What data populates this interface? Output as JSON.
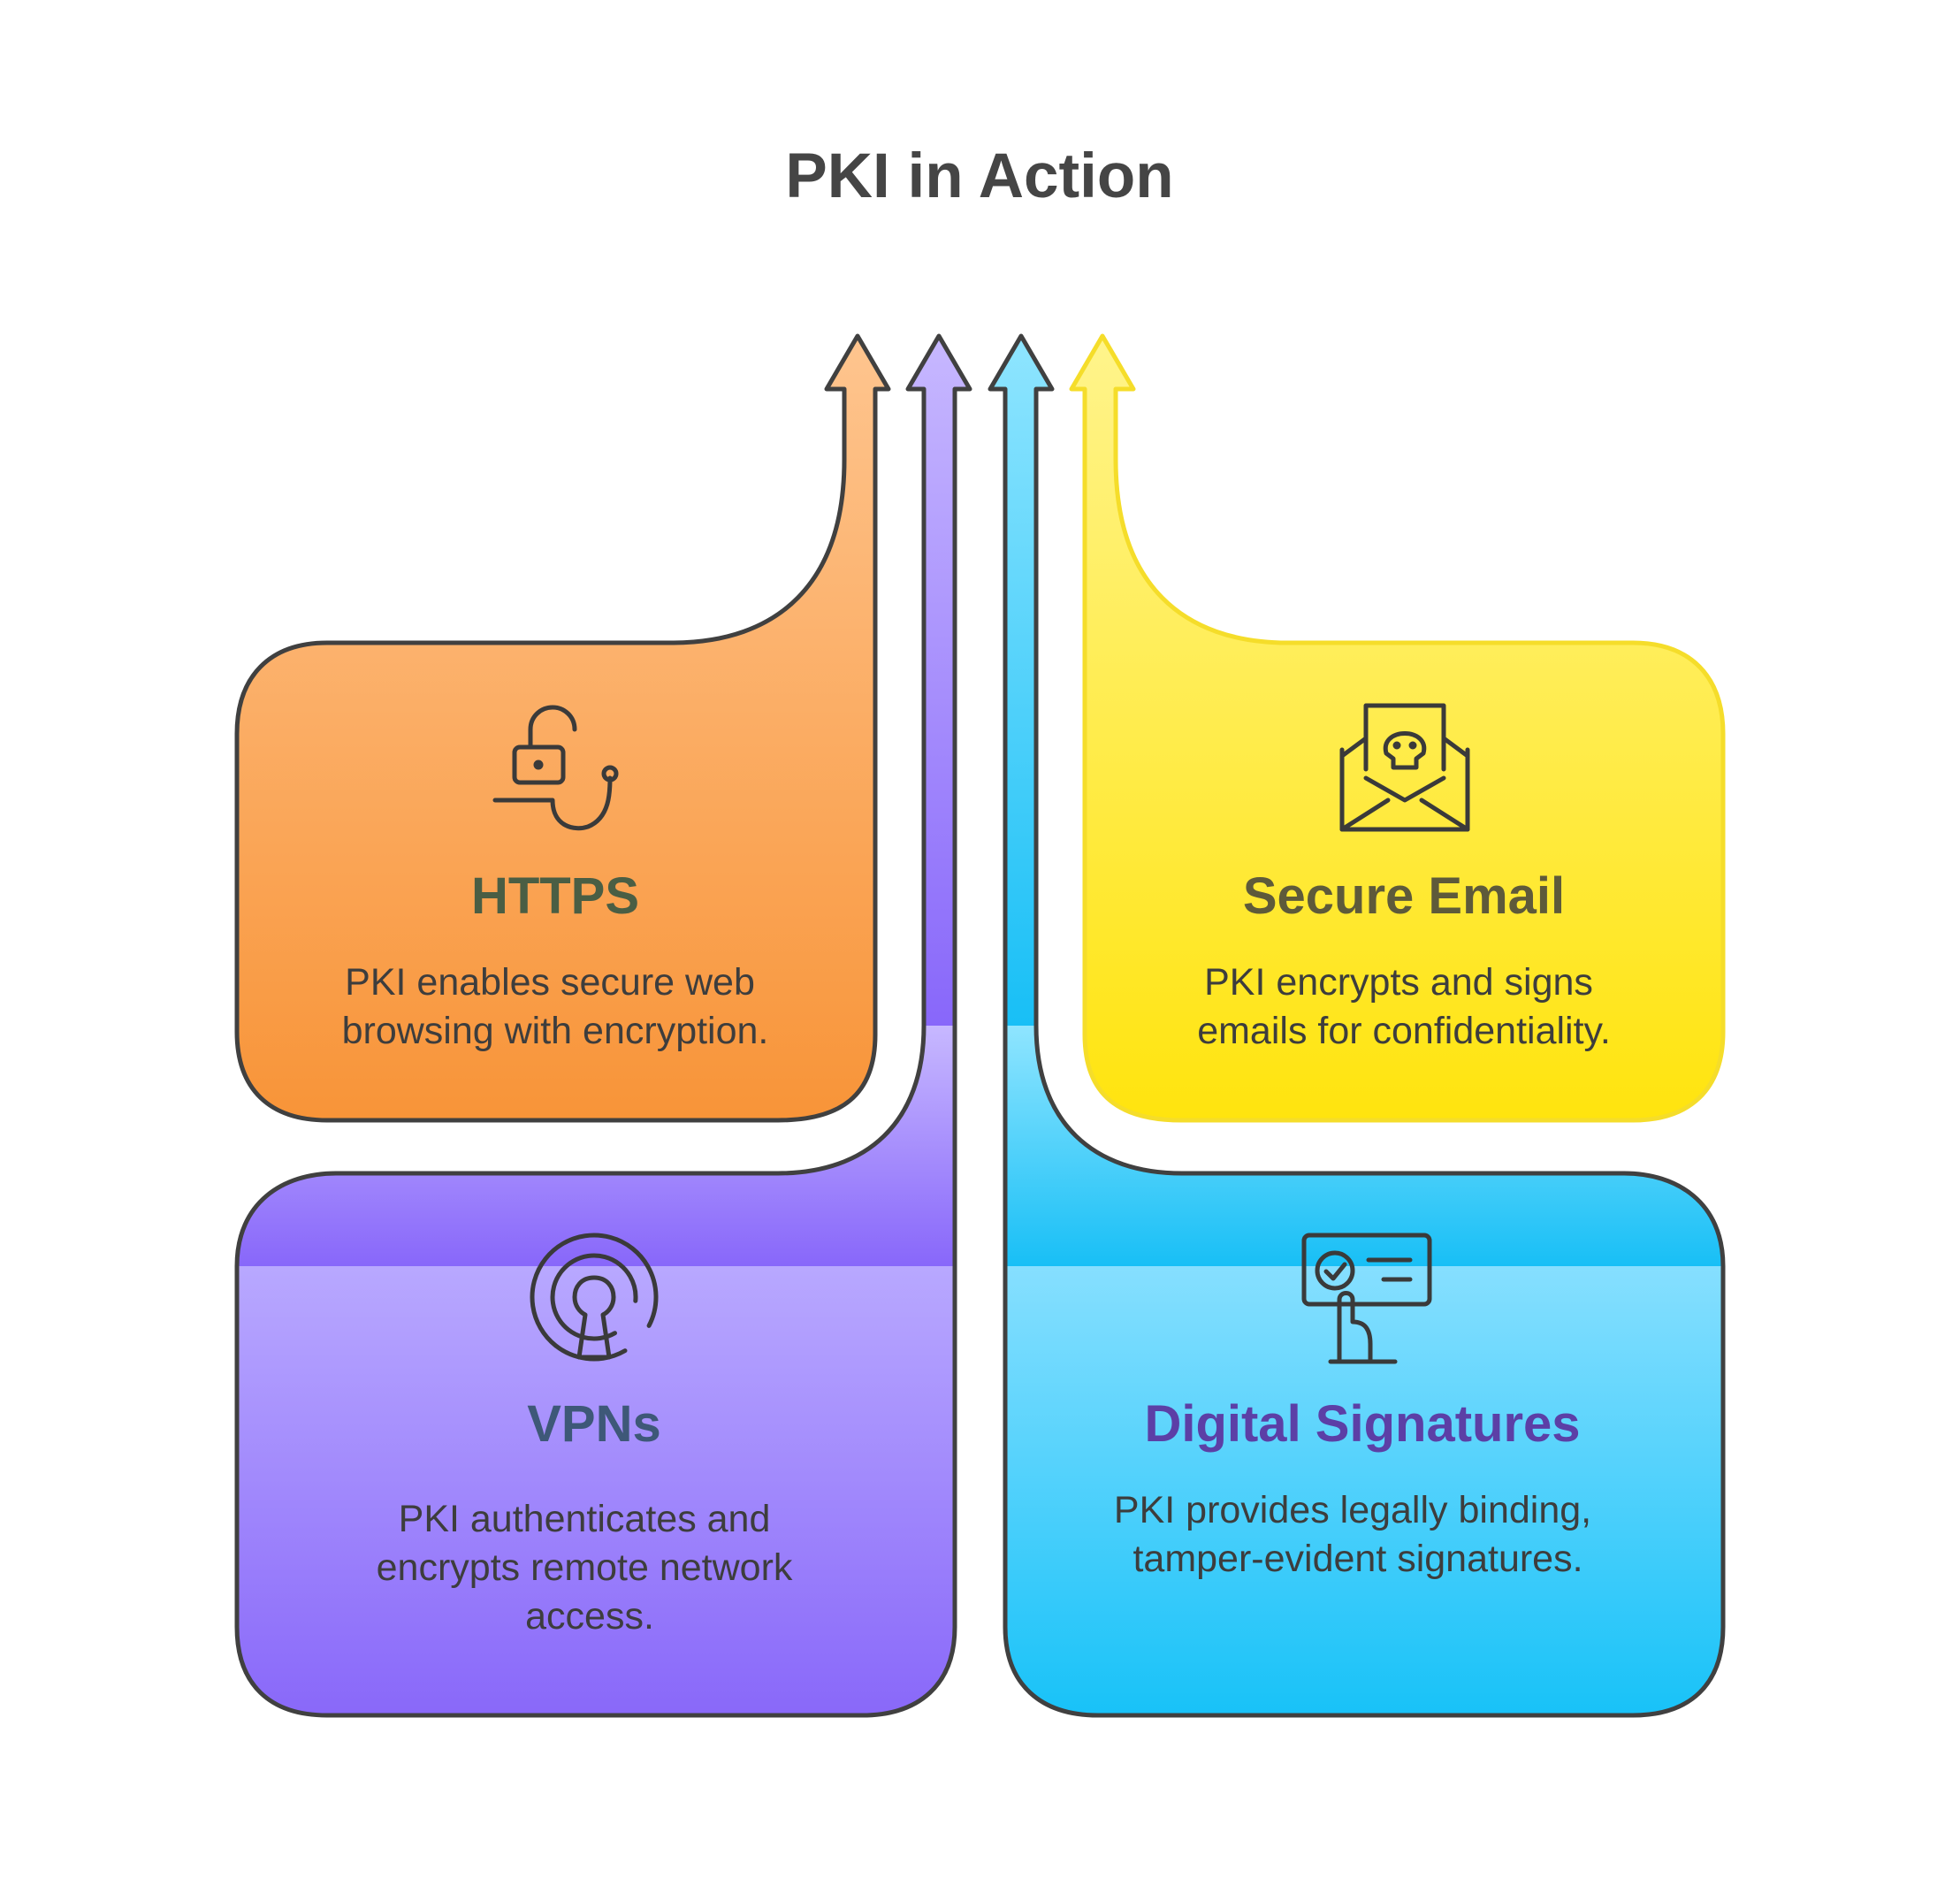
{
  "title": "PKI in Action",
  "cards": [
    {
      "id": "https",
      "title": "HTTPS",
      "description": [
        "PKI enables secure web",
        "browsing with encryption."
      ],
      "icon": "unlocked-padlock-icon",
      "color": "#F89A45",
      "title_color": "#4A5E44"
    },
    {
      "id": "secure-email",
      "title": "Secure Email",
      "description": [
        "PKI encrypts and signs",
        "emails for confidentiality."
      ],
      "icon": "email-skull-icon",
      "color": "#FFE81E",
      "title_color": "#5E5A3A"
    },
    {
      "id": "vpns",
      "title": "VPNs",
      "description": [
        "PKI authenticates and",
        "encrypts remote network",
        "access."
      ],
      "icon": "keyhole-signal-icon",
      "color": "#8B6BFA",
      "title_color": "#3E5878"
    },
    {
      "id": "digital-signatures",
      "title": "Digital Signatures",
      "description": [
        "PKI provides legally binding,",
        "tamper-evident signatures."
      ],
      "icon": "certificate-hand-icon",
      "color": "#1DC5F8",
      "title_color": "#5C3FA6"
    }
  ]
}
